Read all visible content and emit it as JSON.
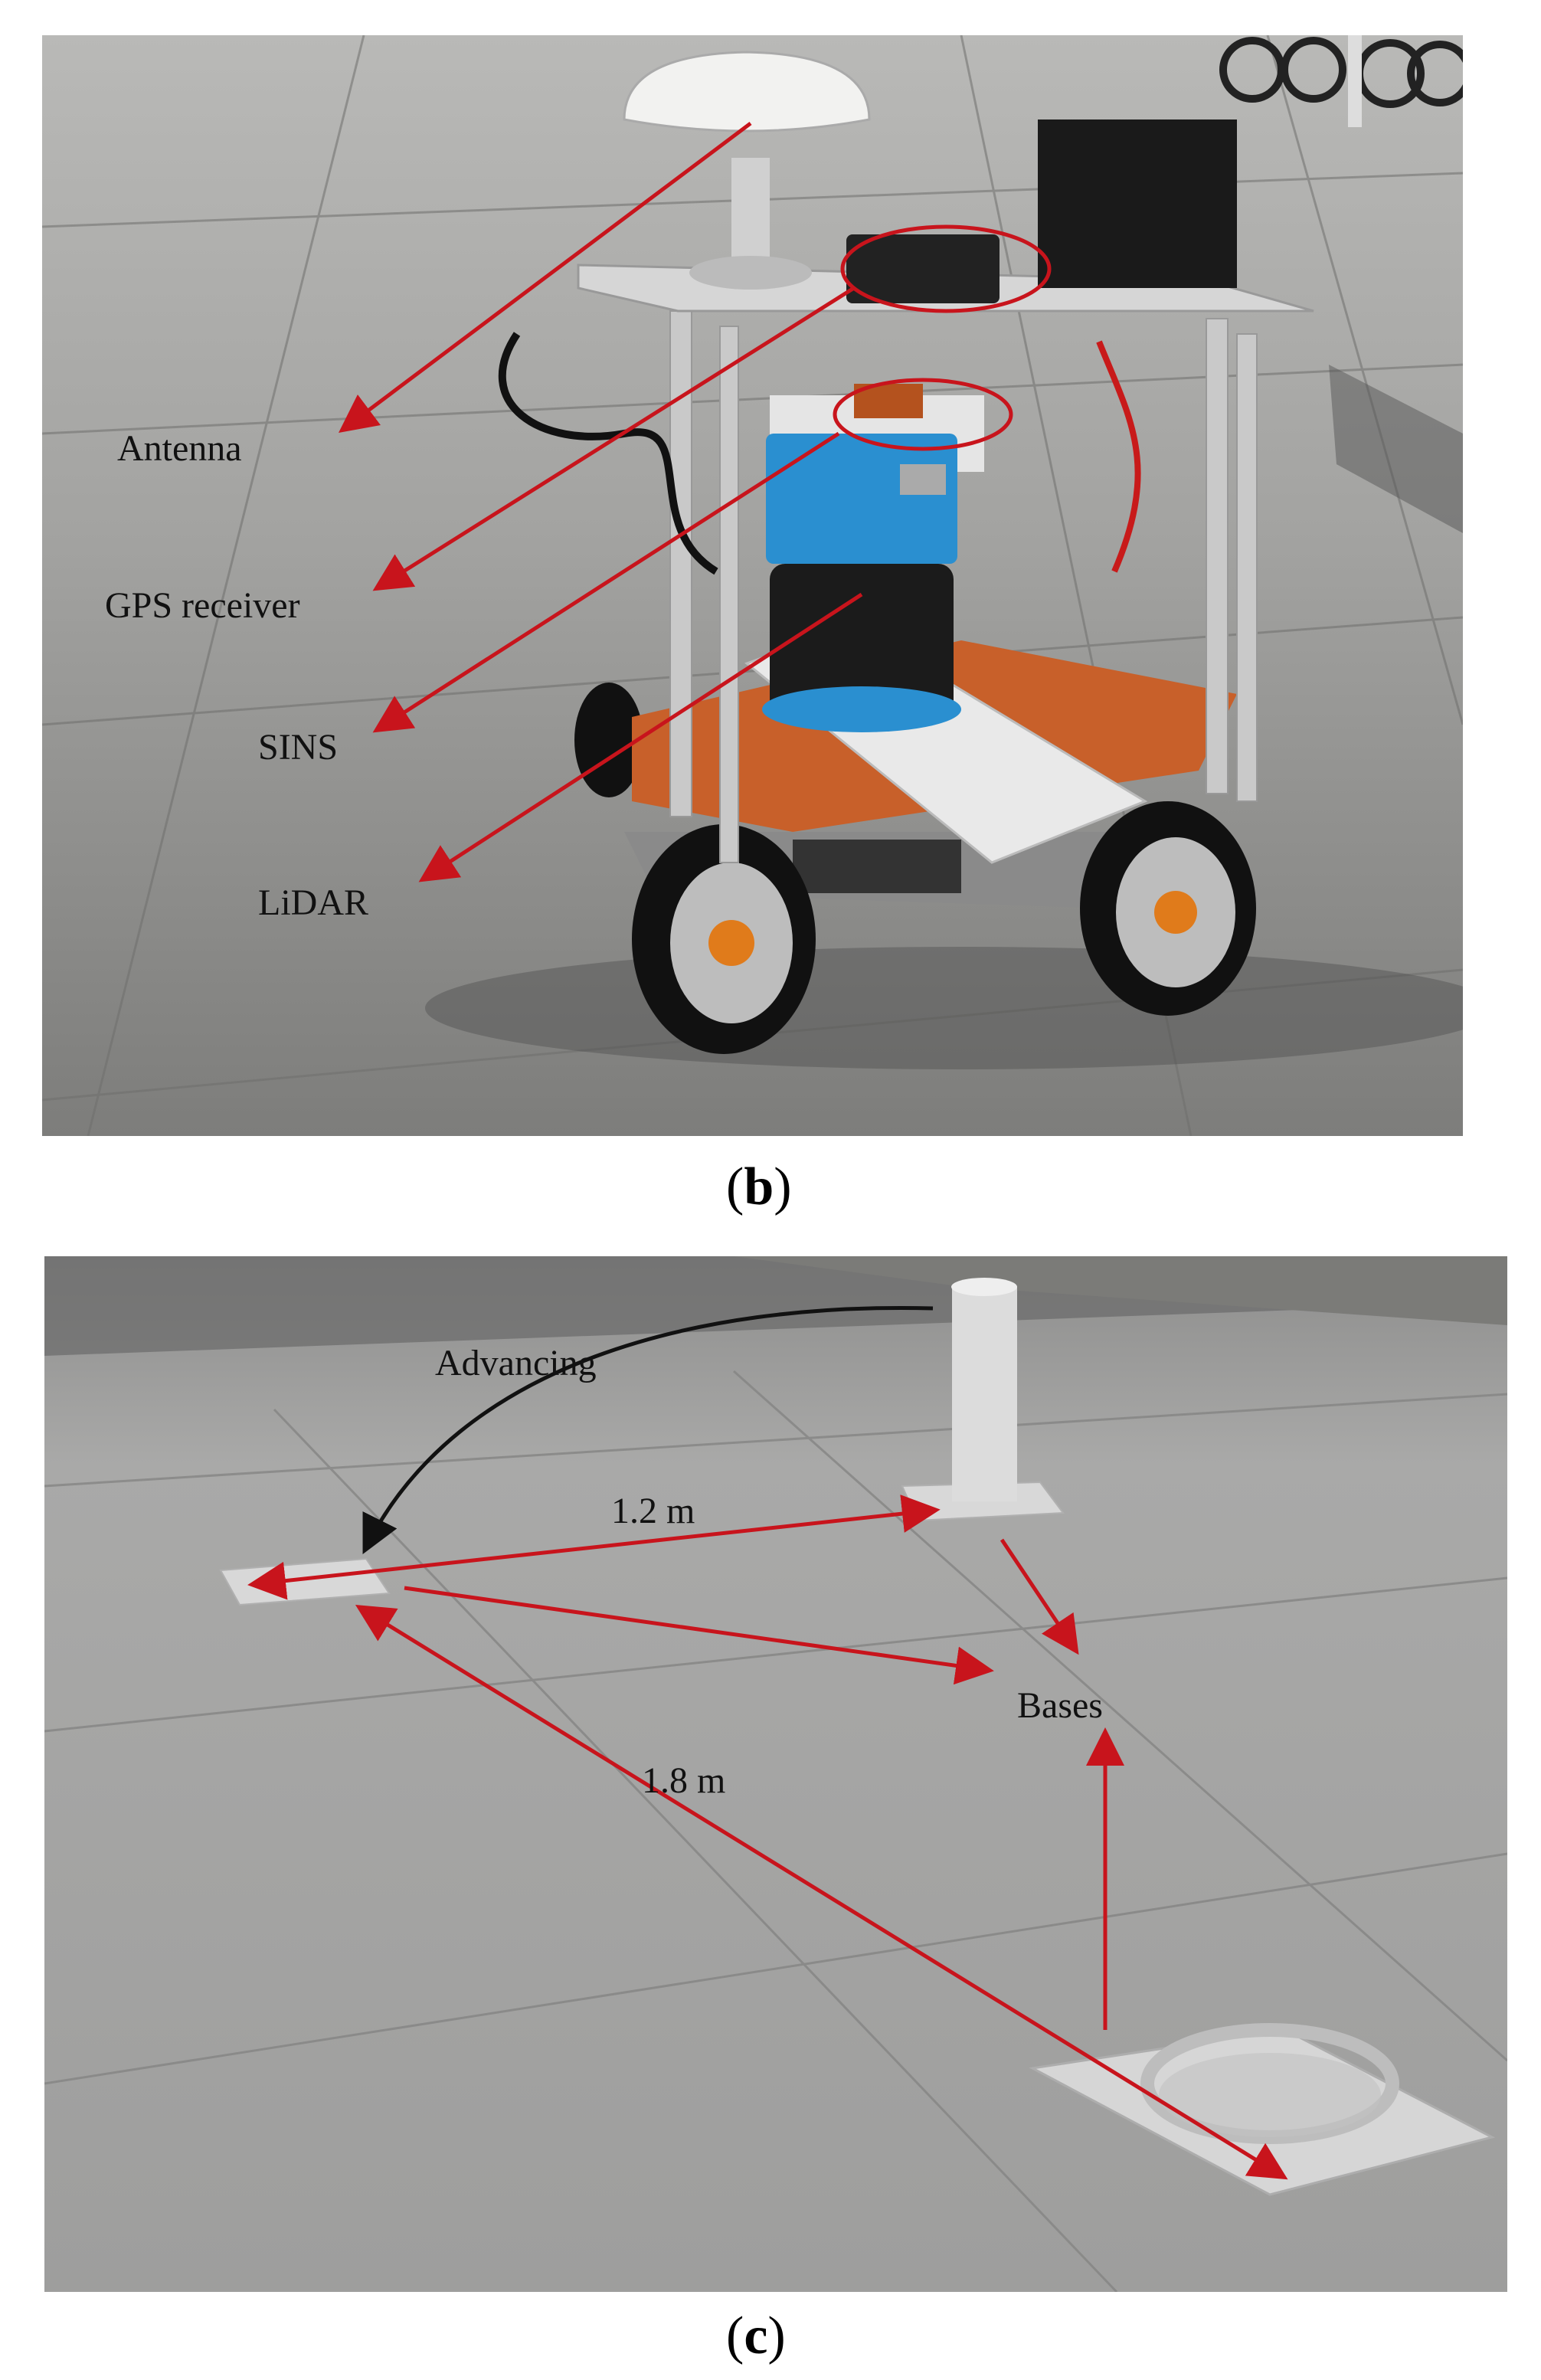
{
  "figure": {
    "panel_b": {
      "letter": "b",
      "labels": {
        "antenna": "Antenna",
        "gps_receiver": "GPS receiver",
        "sins": "SINS",
        "lidar": "LiDAR"
      }
    },
    "panel_c": {
      "letter": "c",
      "labels": {
        "advancing": "Advancing",
        "distance_1": "1.2 m",
        "distance_2": "1.8 m",
        "bases": "Bases"
      }
    }
  },
  "colors": {
    "arrow_red": "#c8141c",
    "arrow_black": "#111111",
    "ground_b": "#8f8f8f",
    "ground_c": "#9b9b9b",
    "chassis_orange": "#c8602a",
    "lidar_blue": "#2a8fd0"
  }
}
